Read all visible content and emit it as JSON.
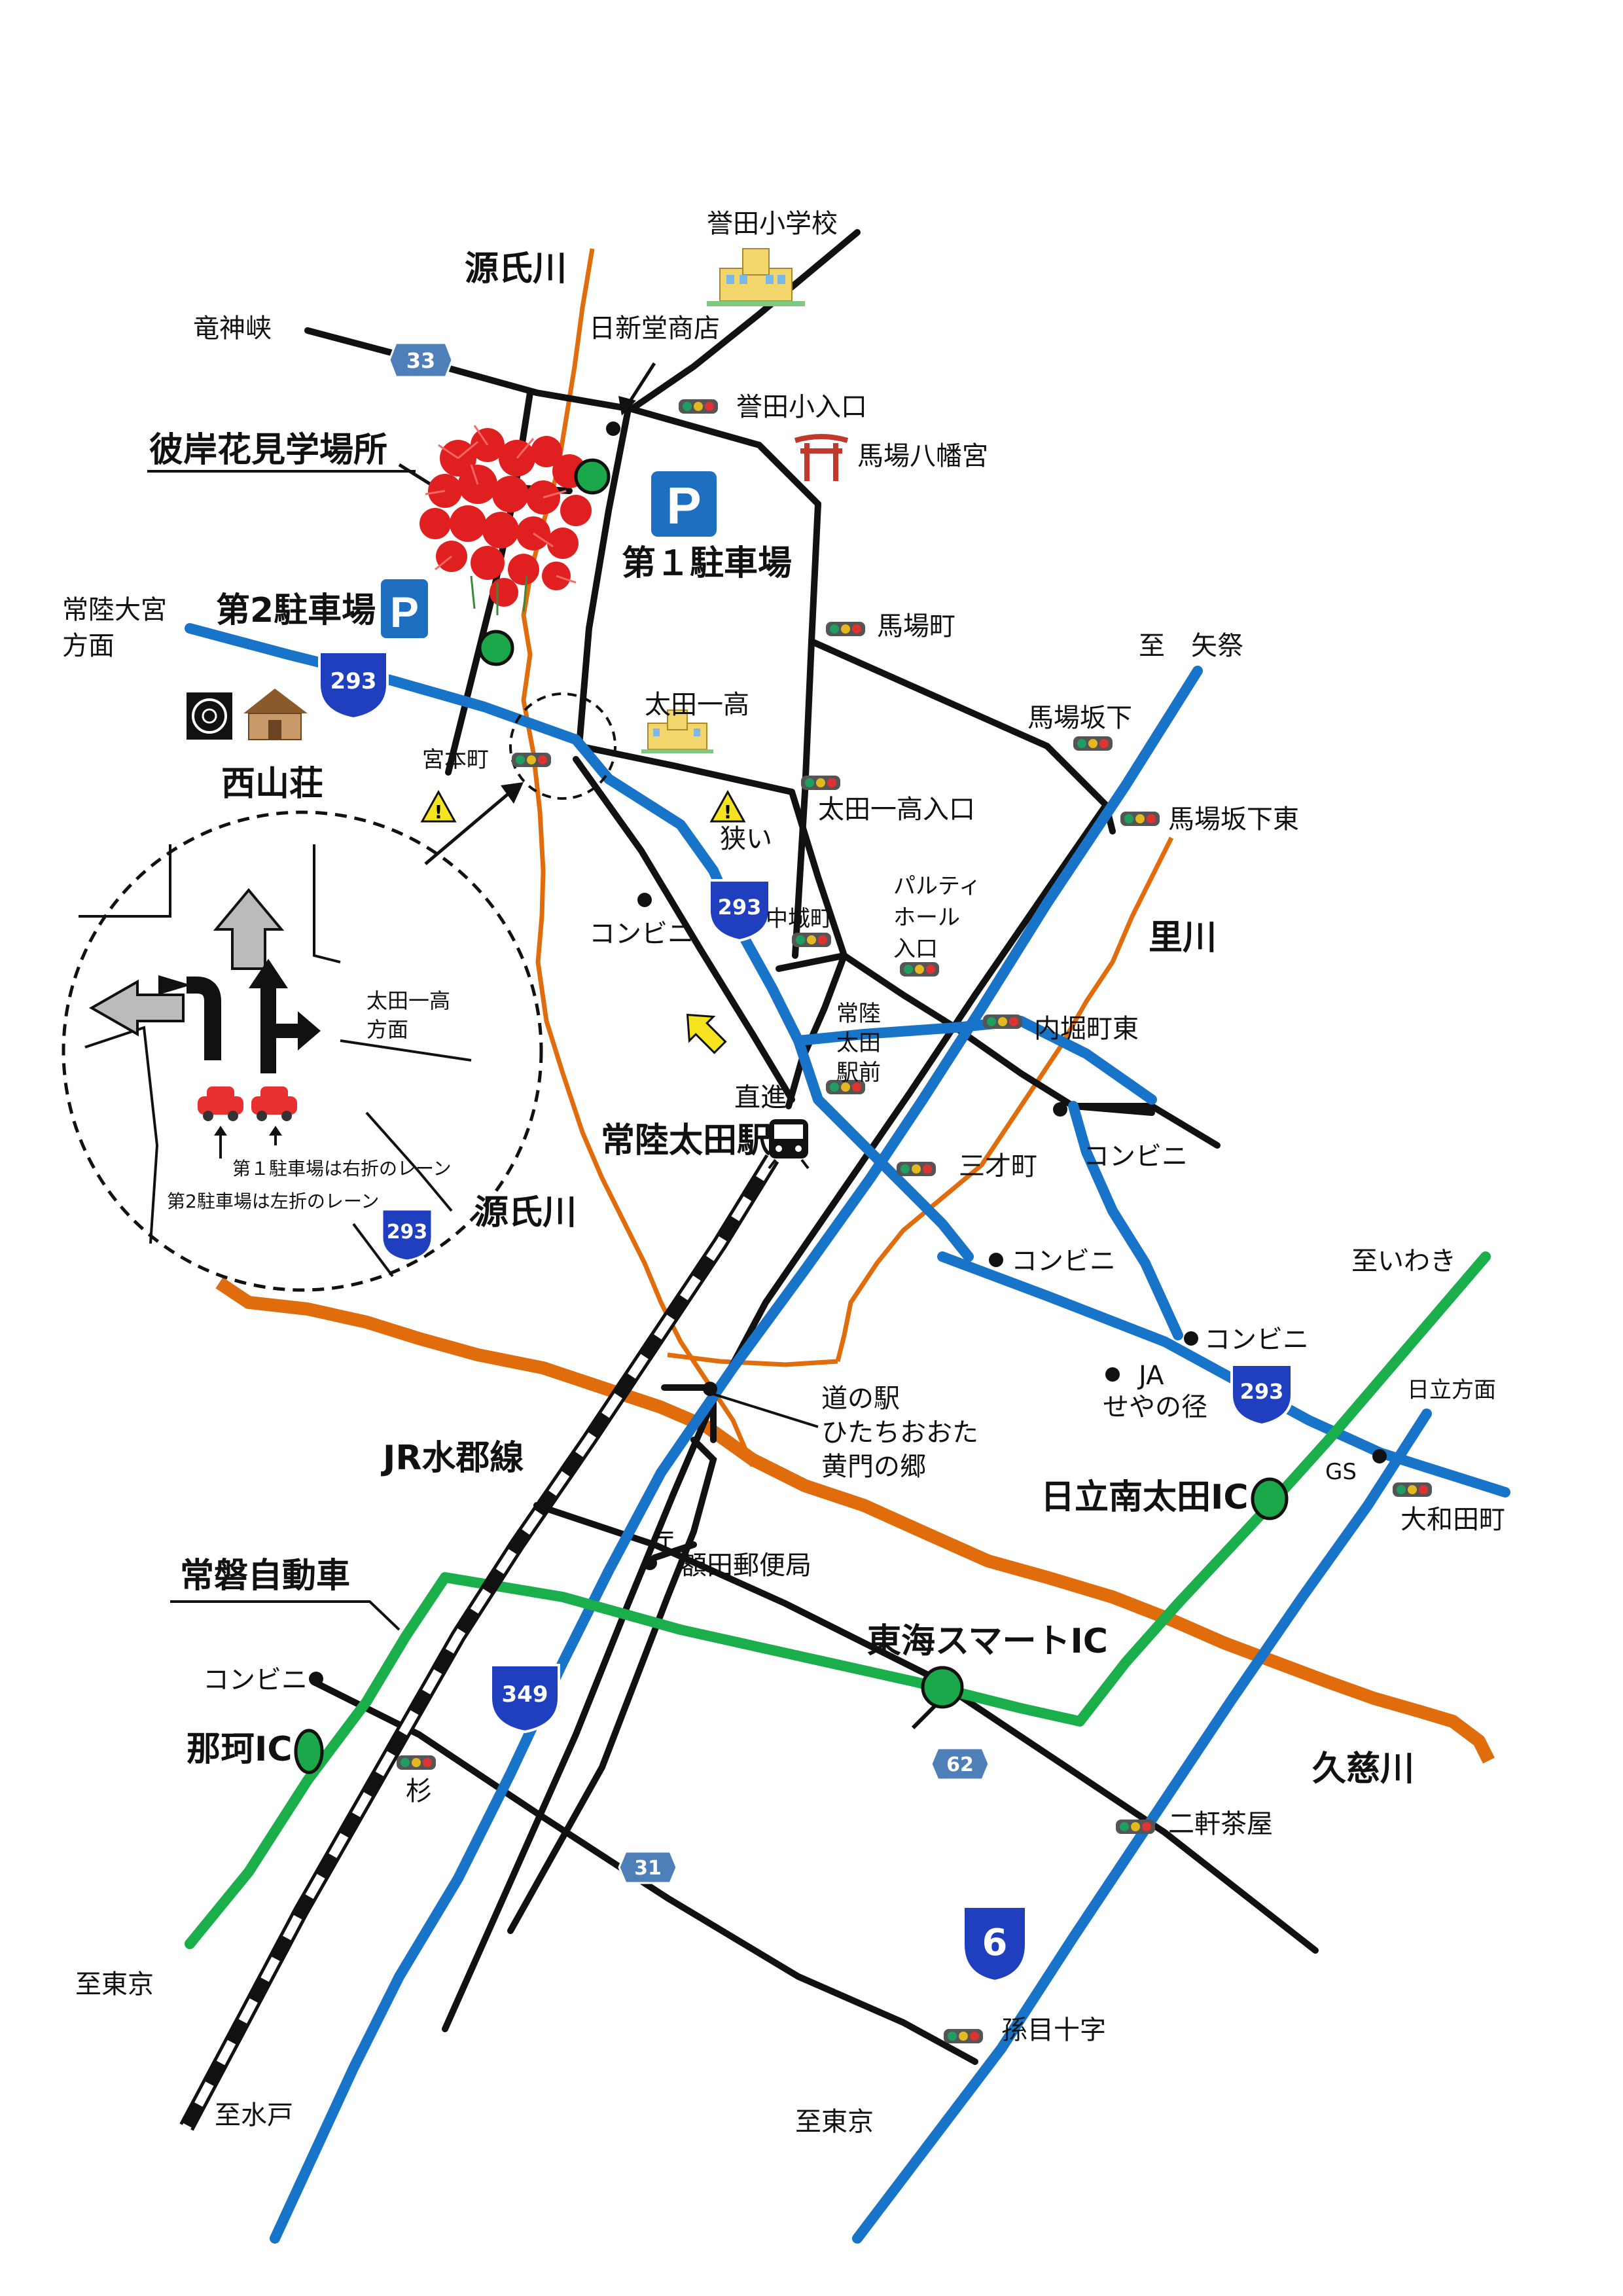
{
  "labels": {
    "genji_river_top": "源氏川",
    "genji_river_bottom": "源氏川",
    "homeda_school": "誉田小学校",
    "nisshindo": "日新堂商店",
    "ryujinkyo": "竜神峡",
    "homeda_entrance": "誉田小入口",
    "baba_hachimangu": "馬場八幡宮",
    "higanbana_spot": "彼岸花見学場所",
    "parking1": "第１駐車場",
    "parking2": "第2駐車場",
    "hitachi_omiya": "常陸大宮",
    "homen": "方面",
    "babacho": "馬場町",
    "to_yamatsuri": "至　矢祭",
    "babasakashita": "馬場坂下",
    "babasakashita_higashi": "馬場坂下東",
    "nishiyamaso": "西山荘",
    "miyamoto": "宮本町",
    "ota_ichiko": "太田一高",
    "ota_ichiko_iriguchi": "太田一高入口",
    "semai": "狭い",
    "conveni1": "コンビニ",
    "nakajo": "中城町",
    "parti_hall": "パルティ\nホール\n入口",
    "satogawa": "里川",
    "hitachiota_ekimae": "常陸\n太田\n駅前",
    "uchibori_higashi": "内堀町東",
    "chokushin": "直進",
    "hitachiota_station": "常陸太田駅",
    "conveni2": "コンビニ",
    "sansai": "三才町",
    "conveni3": "コンビニ",
    "to_iwaki": "至いわき",
    "conveni4": "コンビニ",
    "ja": "JA\nせやの径",
    "hitachi_homen": "日立方面",
    "michinoeki": "道の駅\nひたちおおた\n黄門の郷",
    "jr_line": "JR水郡線",
    "gs": "GS",
    "ohwada": "大和田町",
    "hitachiminami_ic": "日立南太田IC",
    "nukada_post": "額田郵便局",
    "joban_expressway": "常磐自動車",
    "tokai_smart_ic": "東海スマートIC",
    "conveni5": "コンビニ",
    "naka_ic": "那珂IC",
    "sugi": "杉",
    "kuji_river": "久慈川",
    "nikenchaya": "二軒茶屋",
    "to_tokyo_left": "至東京",
    "magome_juji": "孫目十字",
    "to_mito": "至水戸",
    "to_tokyo_bottom": "至東京"
  },
  "inset": {
    "ota_ichiko_homen": "太田一高\n方面",
    "lane1": "第１駐車場は右折のレーン",
    "lane2": "第2駐車場は左折のレーン"
  },
  "route_shields": {
    "r33": "33",
    "r293_a": "293",
    "r293_b": "293",
    "r293_c": "293",
    "r293_inset": "293",
    "r349": "349",
    "r62": "62",
    "r31": "31",
    "r6": "6"
  },
  "parking_marks": {
    "p1": "P",
    "p2": "P"
  },
  "colors": {
    "national_road": "#1874c8",
    "local_road": "#111111",
    "expressway": "#1aaf4b",
    "river": "#e06c0c",
    "ic_marker": "#1aa84a",
    "higanbana": "#e02020",
    "parking_bg": "#1f6fc1",
    "pref_shield": "#4f7fb8",
    "national_shield": "#1f3fbf"
  }
}
